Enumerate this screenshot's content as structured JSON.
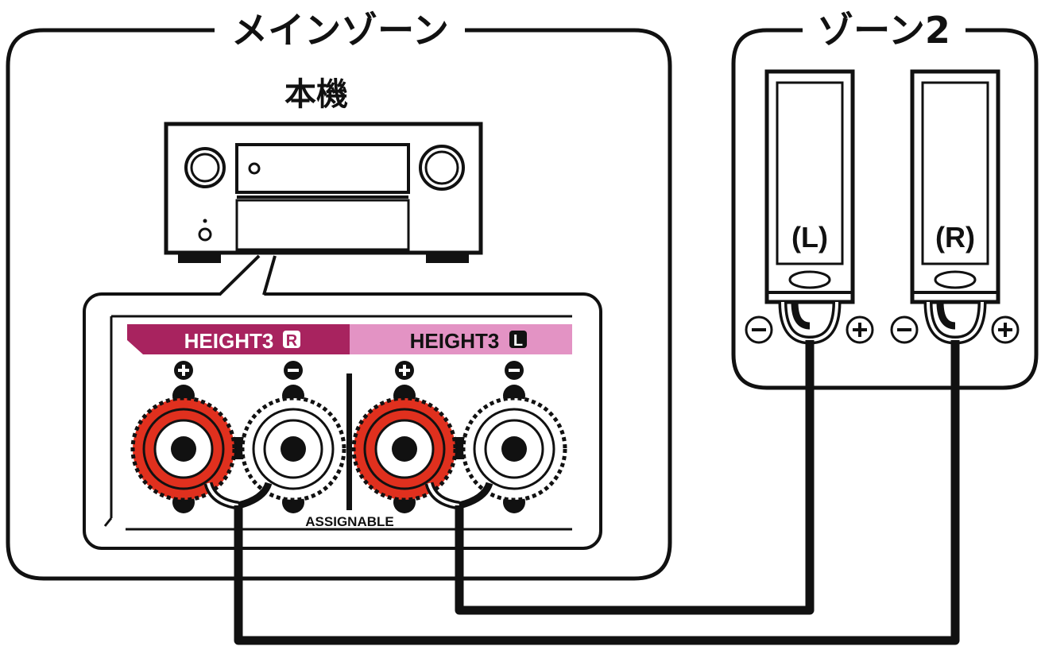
{
  "zones": {
    "main_title": "メインゾーン",
    "zone2_title": "ゾーン2"
  },
  "unit": {
    "label": "本機"
  },
  "terminals": {
    "height3_r": {
      "label": "HEIGHT3",
      "badge": "R",
      "color": "#a8235f"
    },
    "height3_l": {
      "label": "HEIGHT3",
      "badge": "L",
      "color": "#e393c4"
    },
    "assignable": "ASSIGNABLE",
    "red_color": "#e0301e"
  },
  "speakers": {
    "left_label": "(L)",
    "right_label": "(R)"
  }
}
